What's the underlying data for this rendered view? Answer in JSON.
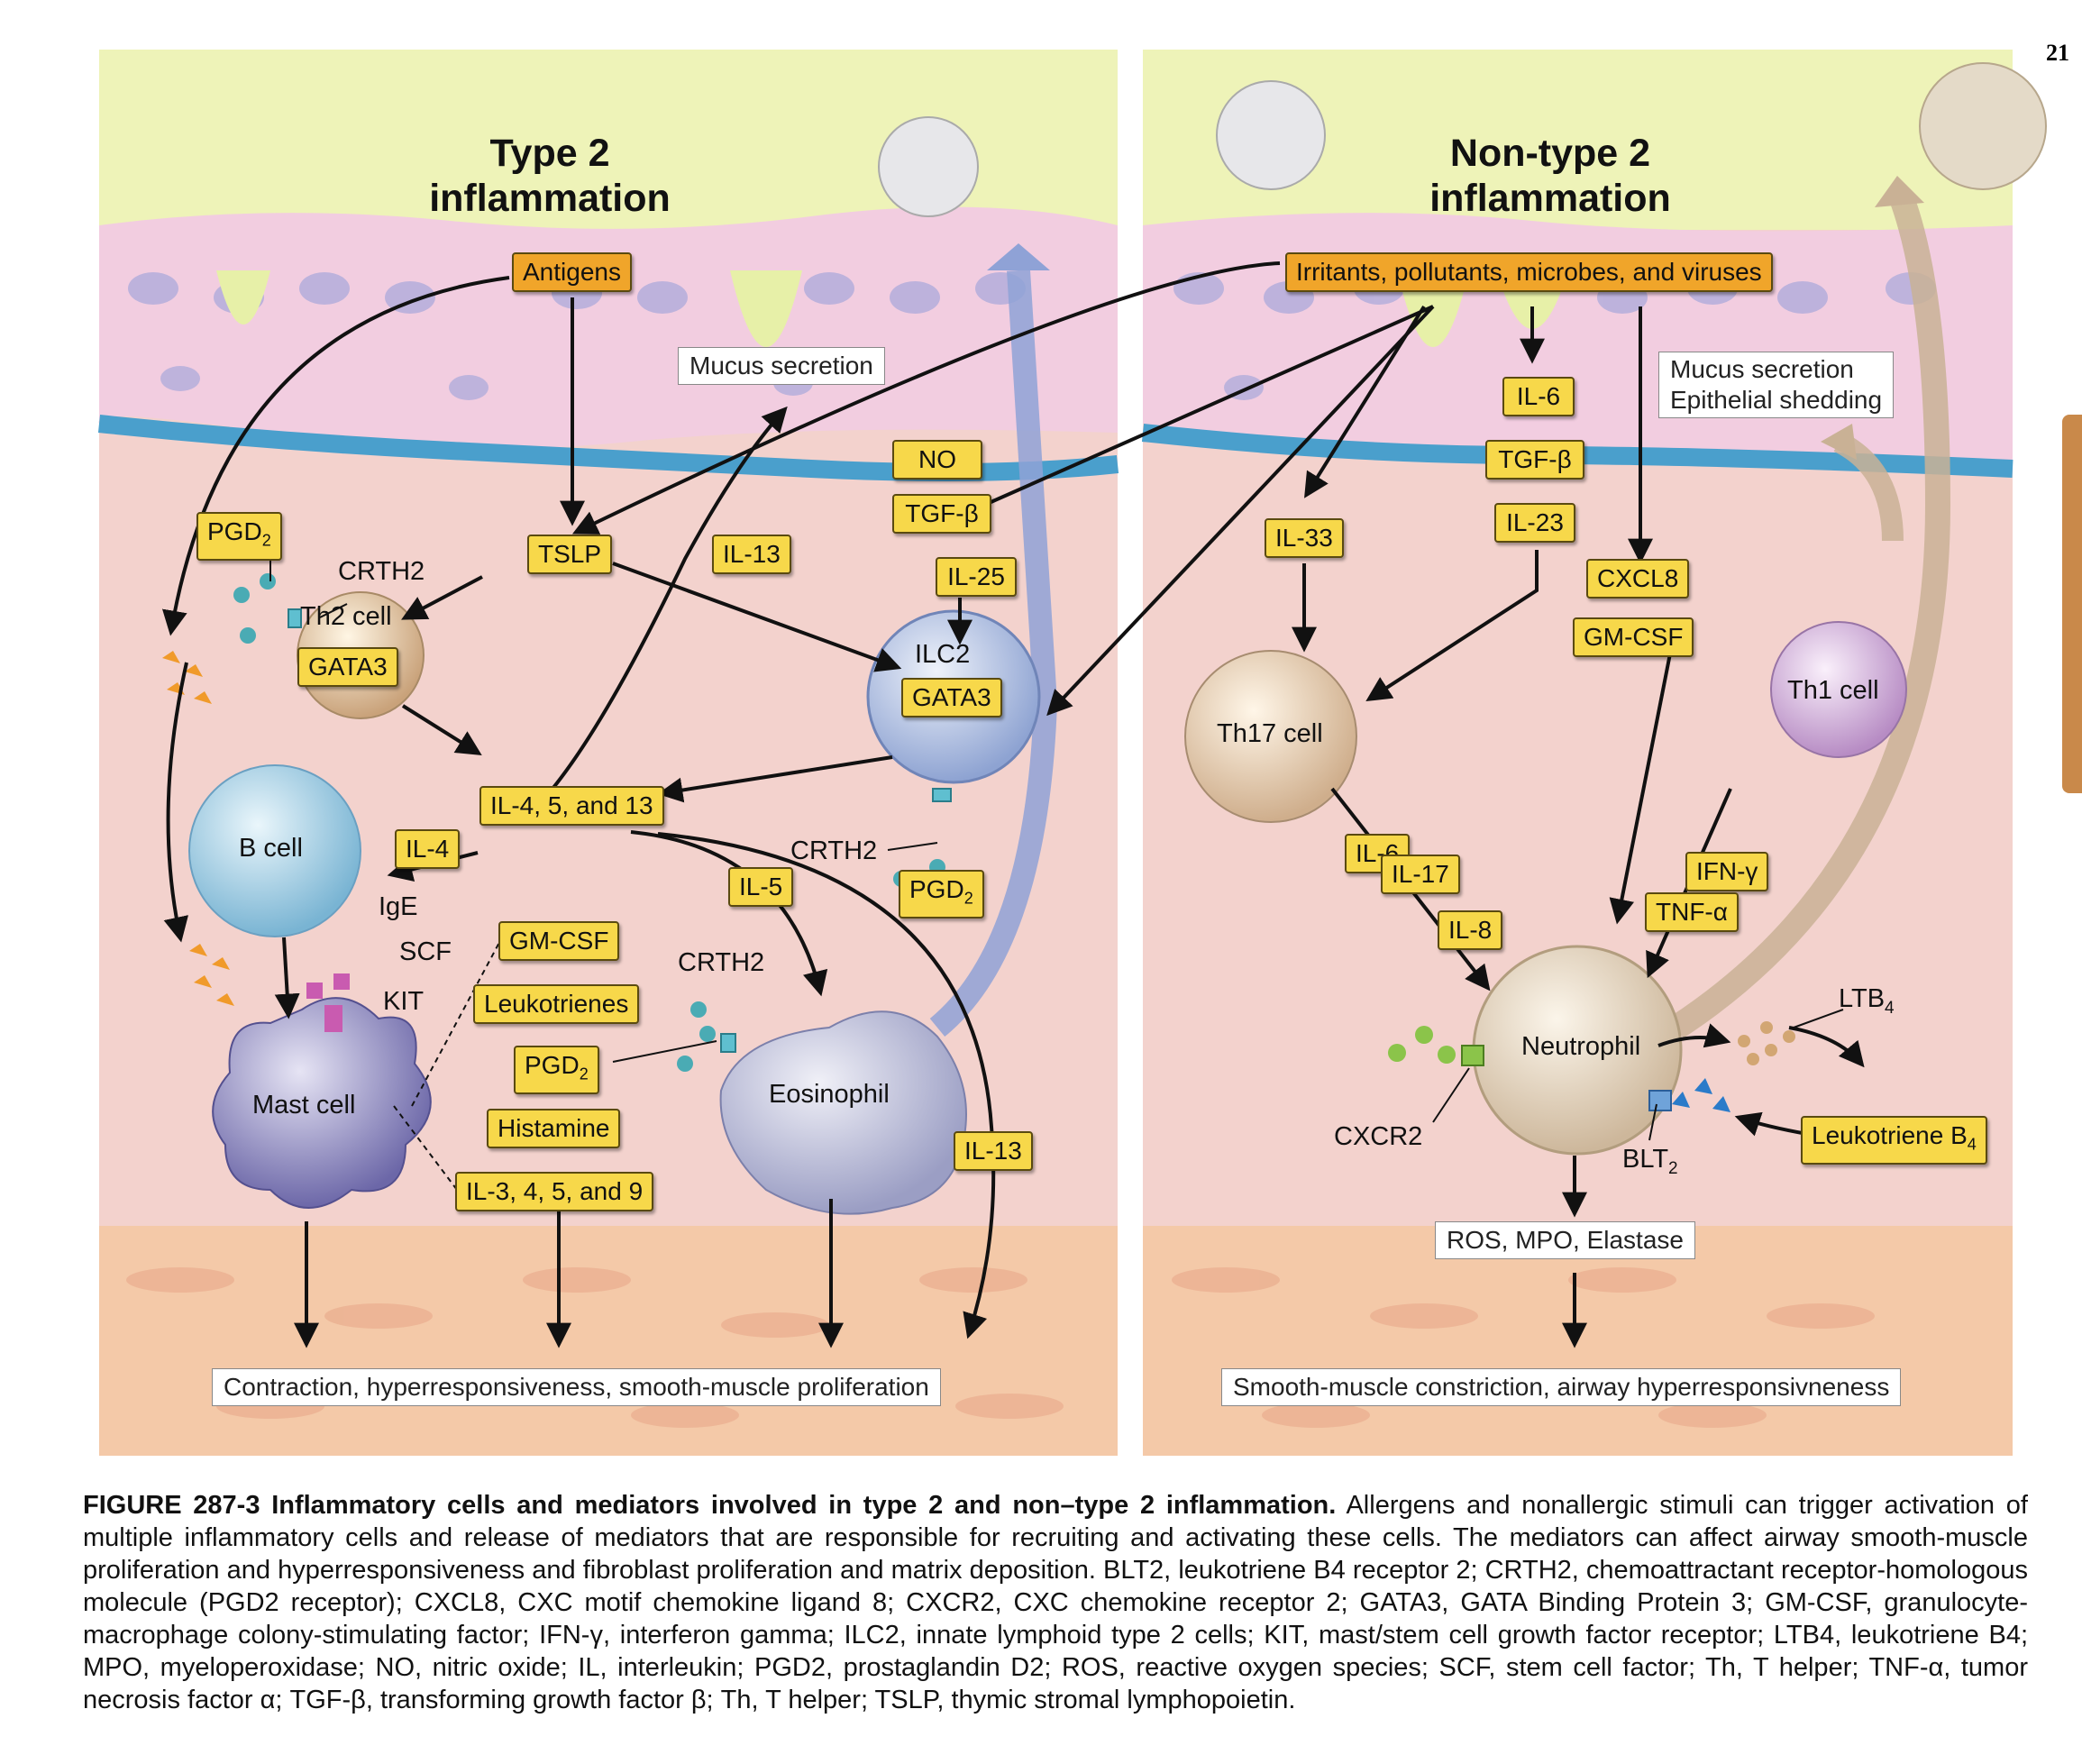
{
  "page_number": "21",
  "left_panel": {
    "title_line1": "Type 2",
    "title_line2": "inflammation",
    "antigens": "Antigens",
    "mucus_secretion": "Mucus secretion",
    "no": "NO",
    "tgf_beta": "TGF-β",
    "il25": "IL-25",
    "pgd2_top": "PGD",
    "pgd2_sub": "2",
    "crth2_top": "CRTH2",
    "tslp": "TSLP",
    "il13_top": "IL-13",
    "th2_cell": "Th2 cell",
    "gata3_th2": "GATA3",
    "ilc2": "ILC2",
    "gata3_ilc2": "GATA3",
    "il_4_5_13": "IL-4, 5, and 13",
    "crth2_ilc2": "CRTH2",
    "pgd2_ilc2": "PGD",
    "pgd2_ilc2_sub": "2",
    "b_cell": "B cell",
    "il4": "IL-4",
    "il5": "IL-5",
    "ige": "IgE",
    "scf": "SCF",
    "kit": "KIT",
    "gm_csf": "GM-CSF",
    "leukotrienes": "Leukotrienes",
    "pgd2_mast": "PGD",
    "pgd2_mast_sub": "2",
    "histamine": "Histamine",
    "il_3_4_5_9": "IL-3, 4, 5, and 9",
    "crth2_eos": "CRTH2",
    "eosinophil": "Eosinophil",
    "il13_bottom": "IL-13",
    "mast_cell": "Mast cell",
    "outcome": "Contraction, hyperresponsiveness, smooth-muscle proliferation"
  },
  "right_panel": {
    "title_line1": "Non-type 2",
    "title_line2": "inflammation",
    "irritants": "Irritants, pollutants, microbes, and viruses",
    "il6_top": "IL-6",
    "tgf_beta": "TGF-β",
    "il23": "IL-23",
    "mucus_line1": "Mucus secretion",
    "mucus_line2": "Epithelial shedding",
    "il33": "IL-33",
    "cxcl8": "CXCL8",
    "gm_csf": "GM-CSF",
    "th17_cell": "Th17 cell",
    "th1_cell": "Th1 cell",
    "il6": "IL-6",
    "il17": "IL-17",
    "il8": "IL-8",
    "ifn_gamma": "IFN-γ",
    "tnf_alpha": "TNF-α",
    "neutrophil": "Neutrophil",
    "ltb4": "LTB",
    "ltb4_sub": "4",
    "cxcr2": "CXCR2",
    "blt2": "BLT",
    "blt2_sub": "2",
    "leukotriene_b4": "Leukotriene B",
    "leukotriene_b4_sub": "4",
    "ros": "ROS, MPO, Elastase",
    "outcome": "Smooth-muscle constriction, airway hyperresponsivneness"
  },
  "caption": {
    "label": "FIGURE 287-3 Inflammatory cells and mediators involved in type 2 and non–type 2 inflammation.",
    "text": " Allergens and nonallergic stimuli can trigger activation of multiple inflammatory cells and release of mediators that are responsible for recruiting and activating these cells. The mediators can affect airway smooth-muscle proliferation and hyperresponsiveness and fibroblast proliferation and matrix deposition. BLT2, leukotriene B4 receptor 2; CRTH2, chemoattractant receptor-homologous molecule (PGD2 receptor); CXCL8, CXC motif chemokine ligand 8; CXCR2, CXC chemokine receptor 2; GATA3, GATA Binding Protein 3; GM-CSF, granulocyte-macrophage colony-stimulating factor; IFN-γ, interferon gamma; ILC2, innate lymphoid type 2 cells; KIT, mast/stem cell growth factor receptor; LTB4, leukotriene B4; MPO, myeloperoxidase; NO, nitric oxide; IL, interleukin; PGD2, prostaglandin D2; ROS, reactive oxygen species; SCF, stem cell factor; Th, T helper; TNF-α, tumor necrosis factor α; TGF-β, transforming growth factor β; Th, T helper; TSLP, thymic stromal lymphopoietin."
  },
  "colors": {
    "lumen": "#eef3b8",
    "epithelium": "#f2cde0",
    "basement_membrane": "#4a9fcc",
    "submucosa": "#f3d2cd",
    "smooth_muscle": "#f4c9a8",
    "mediator_box": "#f7d84a",
    "stimulus_box": "#f0a52a"
  }
}
